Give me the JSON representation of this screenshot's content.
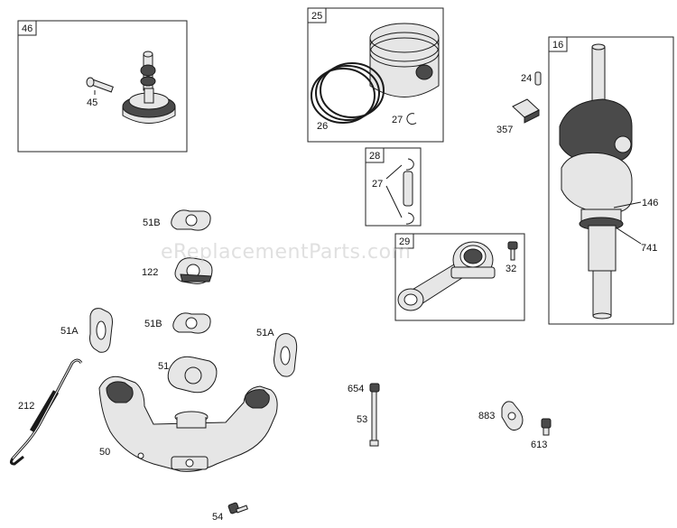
{
  "watermark": "eReplacementParts.com",
  "groups": [
    {
      "id": "46",
      "label": "46"
    },
    {
      "id": "25",
      "label": "25"
    },
    {
      "id": "16",
      "label": "16"
    },
    {
      "id": "28",
      "label": "28"
    },
    {
      "id": "29",
      "label": "29"
    }
  ],
  "part_labels": {
    "p45": "45",
    "p26": "26",
    "p27a": "27",
    "p24": "24",
    "p357": "357",
    "p27b": "27",
    "p146": "146",
    "p741": "741",
    "p51B_top": "51B",
    "p122": "122",
    "p32": "32",
    "p51B_mid": "51B",
    "p51A_left": "51A",
    "p51A_right": "51A",
    "p51": "51",
    "p212": "212",
    "p654": "654",
    "p53": "53",
    "p883": "883",
    "p613": "613",
    "p50": "50",
    "p54": "54"
  }
}
